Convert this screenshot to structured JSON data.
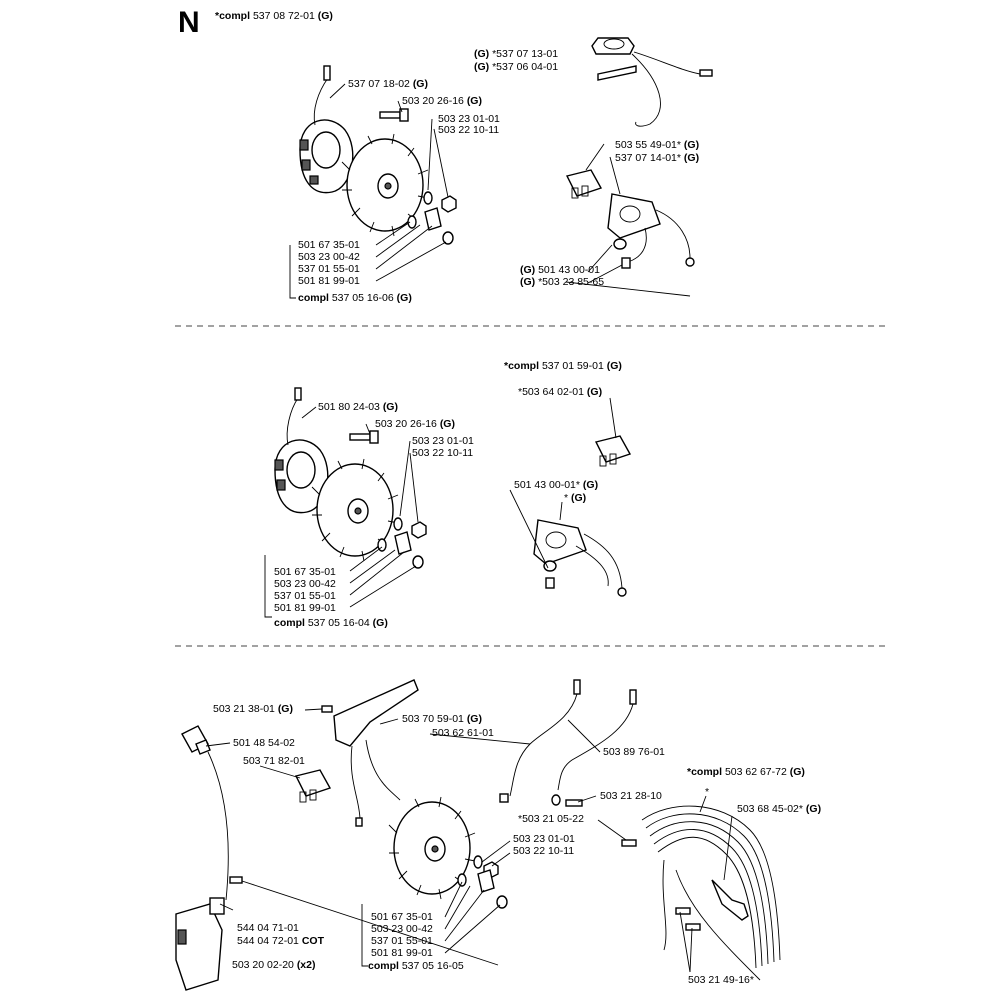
{
  "section_letter": "N",
  "sections": [
    {
      "left_top_label": {
        "prefix": "*compl",
        "num": "537 08 72-01",
        "suffix": "(G)"
      },
      "flywheel_parts": [
        {
          "num": "537 07 18-02",
          "suffix": "(G)"
        },
        {
          "num": "503 20 26-16",
          "suffix": "(G)"
        },
        {
          "num": "503 23 01-01",
          "suffix": ""
        },
        {
          "num": "503 22 10-11",
          "suffix": ""
        }
      ],
      "bottom_list": [
        "501 67 35-01",
        "503 23 00-42",
        "537 01 55-01",
        "501 81 99-01"
      ],
      "bottom_compl": {
        "prefix": "compl",
        "num": "537 05 16-06",
        "suffix": "(G)"
      },
      "right_parts": [
        {
          "prefix": "(G)",
          "num": "*537 07 13-01"
        },
        {
          "prefix": "(G)",
          "num": "*537 06 04-01"
        }
      ],
      "module_parts": [
        {
          "num": "503 55 49-01*",
          "suffix": "(G)"
        },
        {
          "num": "537 07 14-01*",
          "suffix": "(G)"
        }
      ],
      "module_bottom": [
        {
          "prefix": "(G)",
          "num": "501 43 00-01"
        },
        {
          "prefix": "(G)",
          "num": "*503 23 85-65"
        }
      ]
    },
    {
      "flywheel_parts": [
        {
          "num": "501 80 24-03",
          "suffix": "(G)"
        },
        {
          "num": "503 20 26-16",
          "suffix": "(G)"
        },
        {
          "num": "503 23 01-01",
          "suffix": ""
        },
        {
          "num": "503 22 10-11",
          "suffix": ""
        }
      ],
      "bottom_list": [
        "501 67 35-01",
        "503 23 00-42",
        "537 01 55-01",
        "501 81 99-01"
      ],
      "bottom_compl": {
        "prefix": "compl",
        "num": "537 05 16-04",
        "suffix": "(G)"
      },
      "right_compl": {
        "prefix": "*compl",
        "num": "537 01 59-01",
        "suffix": "(G)"
      },
      "right_parts": [
        {
          "num": "*503 64 02-01",
          "suffix": "(G)"
        },
        {
          "num": "501 43 00-01*",
          "suffix": "(G)"
        },
        {
          "num": "*",
          "suffix": "(G)"
        }
      ]
    },
    {
      "left_parts": [
        {
          "num": "503 21 38-01",
          "suffix": "(G)"
        },
        {
          "num": "501 48 54-02",
          "suffix": ""
        },
        {
          "num": "503 71 82-01",
          "suffix": ""
        },
        {
          "num": "544 04 71-01",
          "suffix": ""
        },
        {
          "num": "544 04 72-01",
          "suffix": "COT"
        },
        {
          "num": "503 20 02-20",
          "suffix": "(x2)"
        }
      ],
      "center_parts": [
        {
          "num": "503 70 59-01",
          "suffix": "(G)"
        },
        {
          "num": "503 62 61-01",
          "suffix": ""
        },
        {
          "num": "503 89 76-01",
          "suffix": ""
        },
        {
          "num": "503 21 28-10",
          "suffix": ""
        },
        {
          "num": "*503 21 05-22",
          "suffix": ""
        },
        {
          "num": "503 23 01-01",
          "suffix": ""
        },
        {
          "num": "503 22 10-11",
          "suffix": ""
        }
      ],
      "bottom_list": [
        "501 67 35-01",
        "503 23 00-42",
        "537 01 55-01",
        "501 81 99-01"
      ],
      "bottom_compl": {
        "prefix": "compl",
        "num": "537 05 16-05",
        "suffix": ""
      },
      "right_compl": {
        "prefix": "*compl",
        "num": "503 62 67-72",
        "suffix": "(G)"
      },
      "right_parts": [
        {
          "num": "*",
          "suffix": ""
        },
        {
          "num": "503 68 45-02*",
          "suffix": "(G)"
        },
        {
          "num": "503 21 49-16*",
          "suffix": ""
        }
      ]
    }
  ]
}
